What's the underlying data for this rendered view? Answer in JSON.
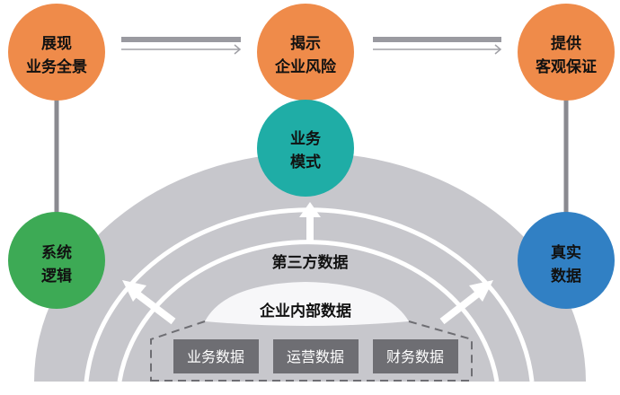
{
  "top_nodes": [
    {
      "line1": "展现",
      "line2": "业务全景"
    },
    {
      "line1": "揭示",
      "line2": "企业风险"
    },
    {
      "line1": "提供",
      "line2": "客观保证"
    }
  ],
  "middle_node": {
    "line1": "业务",
    "line2": "模式"
  },
  "left_node": {
    "line1": "系统",
    "line2": "逻辑"
  },
  "right_node": {
    "line1": "真实",
    "line2": "数据"
  },
  "third_party_label": "第三方数据",
  "internal_label": "企业内部数据",
  "data_boxes": [
    "业务数据",
    "运营数据",
    "财务数据"
  ],
  "colors": {
    "orange": "#ef8b4a",
    "teal": "#1fada6",
    "green": "#3daa55",
    "blue": "#3180c4",
    "arch": "#c7c7cc",
    "box": "#6e6e73"
  }
}
